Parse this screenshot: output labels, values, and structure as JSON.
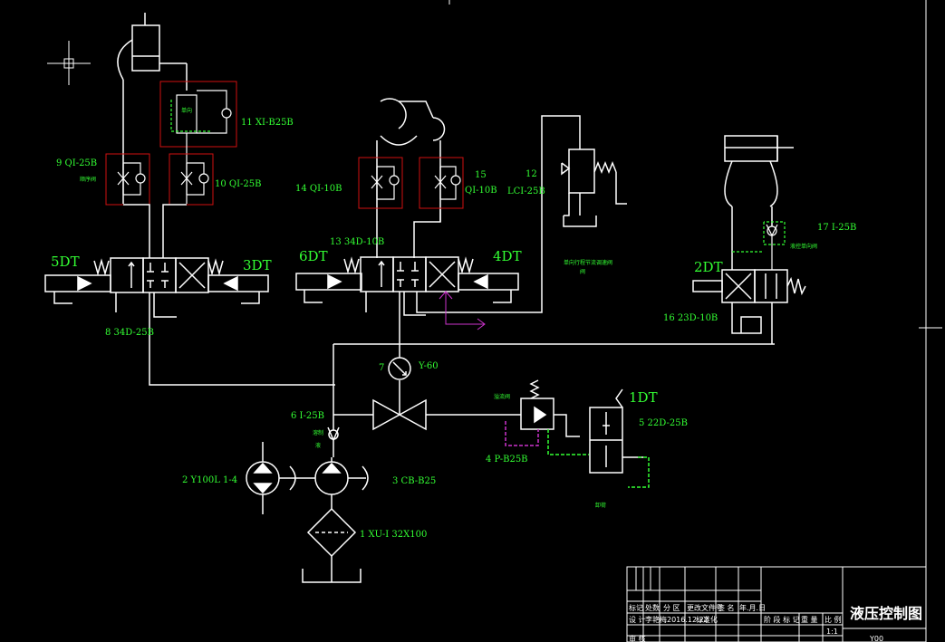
{
  "colors": {
    "background": "#000000",
    "lines": "#ffffff",
    "labels": "#33ff33",
    "highlight_boxes": "#d11010",
    "magenta": "#cc33cc"
  },
  "icons": [
    "crosshair-icon",
    "pump-icon",
    "filter-icon",
    "pressure-gauge-icon",
    "solenoid-valve-icon",
    "throttle-valve-icon",
    "relief-valve-icon",
    "cylinder-icon"
  ],
  "solenoids": {
    "s5": "5DT",
    "s3": "3DT",
    "s6": "6DT",
    "s4": "4DT",
    "s2": "2DT",
    "s1": "1DT"
  },
  "components": {
    "c1": "1  XU-I  32X100",
    "c2": "2  Y100L 1-4",
    "c3": "3  CB-B25",
    "c4": "4  P-B25B",
    "c5": "5  22D-25B",
    "c6": "6  I-25B",
    "c7": "7",
    "c7b": "Y-60",
    "c8": "8  34D-25B",
    "c9": "9  QI-25B",
    "c10": "10  QI-25B",
    "c11": "11  XI-B25B",
    "c12": "12",
    "c12b": "LCI-25B",
    "c13": "13  34D-10B",
    "c14": "14  QI-10B",
    "c15": "15",
    "c15b": "QI-10B",
    "c16": "16  23D-10B",
    "c17": "17  I-25B"
  },
  "small_notes": {
    "n1": "顺序阀",
    "n2": "单向",
    "n3": "单向行程节流调速阀",
    "n4": "阀",
    "n5": "溢流阀",
    "n6": "卸荷",
    "n7": "溶制",
    "n8": "液",
    "n9": "液控单向阀"
  },
  "title_block": {
    "title": "液压控制图",
    "h1": "标记",
    "h2": "处数",
    "h3": "分 区",
    "h4": "更改文件号",
    "h5": "签 名",
    "h6": "年.月.日",
    "r1": "设 计",
    "r2": "李艳梅",
    "r3": "2016.12.22",
    "r4": "标准化",
    "r5": "阶 段 标 记",
    "r6": "重 量",
    "r7": "比 例",
    "r8": "1:1",
    "r9": "审 核",
    "r10": "Y00"
  }
}
